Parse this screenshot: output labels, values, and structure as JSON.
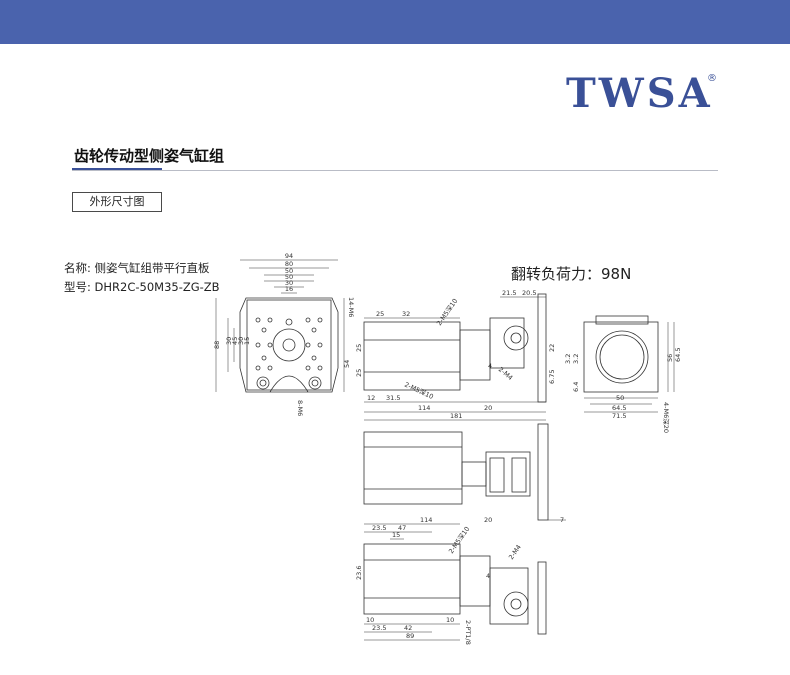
{
  "header": {
    "brand": "TWSA",
    "registered": "®"
  },
  "section": {
    "title": "齿轮传动型侧姿气缸组",
    "tab_label": "外形尺寸图"
  },
  "product": {
    "name_line": "名称: 侧姿气缸组带平行直板",
    "model_line": "型号: DHR2C-50M35-ZG-ZB",
    "force_line": "翻转负荷力：98N"
  },
  "drawing_labels": {
    "front": [
      "94",
      "80",
      "50",
      "50",
      "30",
      "16",
      "14-M6",
      "88",
      "54",
      "30",
      "45",
      "30",
      "15",
      "8-M6"
    ],
    "side_top": [
      "21.5",
      "20.5",
      "25",
      "32",
      "2-M5深10",
      "22",
      "6.75",
      "4",
      "2-M4",
      "25",
      "25",
      "12",
      "31.5",
      "2-M5深10",
      "114",
      "20",
      "181",
      "3.2"
    ],
    "right": [
      "50",
      "64.5",
      "71.5",
      "56",
      "64.5",
      "4-M6深20",
      "6.4",
      "3.2"
    ],
    "mid": [
      "7"
    ],
    "bottom": [
      "114",
      "20",
      "23.5",
      "47",
      "15",
      "2-M5深10",
      "2-M4",
      "23.6",
      "4",
      "10",
      "23.5",
      "42",
      "10",
      "89",
      "2-PT1/8"
    ]
  },
  "colors": {
    "banner": "#4a63ad",
    "brand": "#3a5097",
    "line": "#333333"
  }
}
